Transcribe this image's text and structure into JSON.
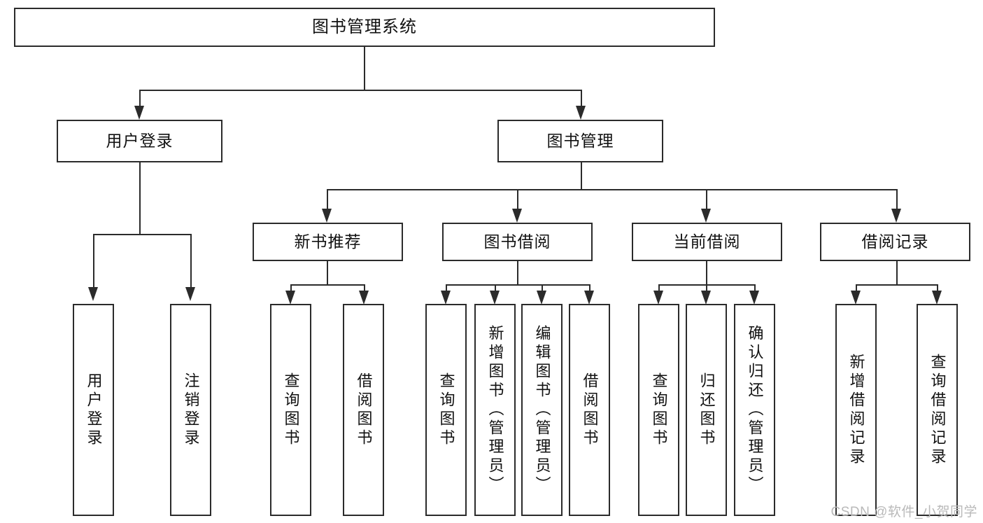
{
  "diagram": {
    "type": "tree-hierarchy",
    "title": "图书管理系统",
    "root": {
      "label": "图书管理系统"
    },
    "level2": [
      {
        "id": "user-login",
        "label": "用户登录"
      },
      {
        "id": "book-management",
        "label": "图书管理"
      }
    ],
    "level3": [
      {
        "id": "new-book-recommend",
        "label": "新书推荐",
        "parent": "book-management"
      },
      {
        "id": "book-borrow",
        "label": "图书借阅",
        "parent": "book-management"
      },
      {
        "id": "current-borrow",
        "label": "当前借阅",
        "parent": "book-management"
      },
      {
        "id": "borrow-record",
        "label": "借阅记录",
        "parent": "book-management"
      }
    ],
    "leaves": {
      "user-login": [
        {
          "id": "leaf-user-login",
          "label": "用户登录"
        },
        {
          "id": "leaf-logout-login",
          "label": "注销登录"
        }
      ],
      "new-book-recommend": [
        {
          "id": "leaf-query-book-1",
          "label": "查询图书"
        },
        {
          "id": "leaf-borrow-book-1",
          "label": "借阅图书"
        }
      ],
      "book-borrow": [
        {
          "id": "leaf-query-book-2",
          "label": "查询图书"
        },
        {
          "id": "leaf-add-book",
          "label": "新增图书（管理员）"
        },
        {
          "id": "leaf-edit-book",
          "label": "编辑图书（管理员）"
        },
        {
          "id": "leaf-borrow-book-2",
          "label": "借阅图书"
        }
      ],
      "current-borrow": [
        {
          "id": "leaf-query-book-3",
          "label": "查询图书"
        },
        {
          "id": "leaf-return-book",
          "label": "归还图书"
        },
        {
          "id": "leaf-confirm-return",
          "label": "确认归还（管理员）"
        }
      ],
      "borrow-record": [
        {
          "id": "leaf-add-record",
          "label": "新增借阅记录"
        },
        {
          "id": "leaf-query-record",
          "label": "查询借阅记录"
        }
      ]
    }
  },
  "watermark": {
    "text": "CSDN @软件_小贺同学"
  },
  "colors": {
    "stroke": "#2b2b2b",
    "background": "#ffffff",
    "text": "#111111",
    "watermark": "#b9b9b9"
  }
}
